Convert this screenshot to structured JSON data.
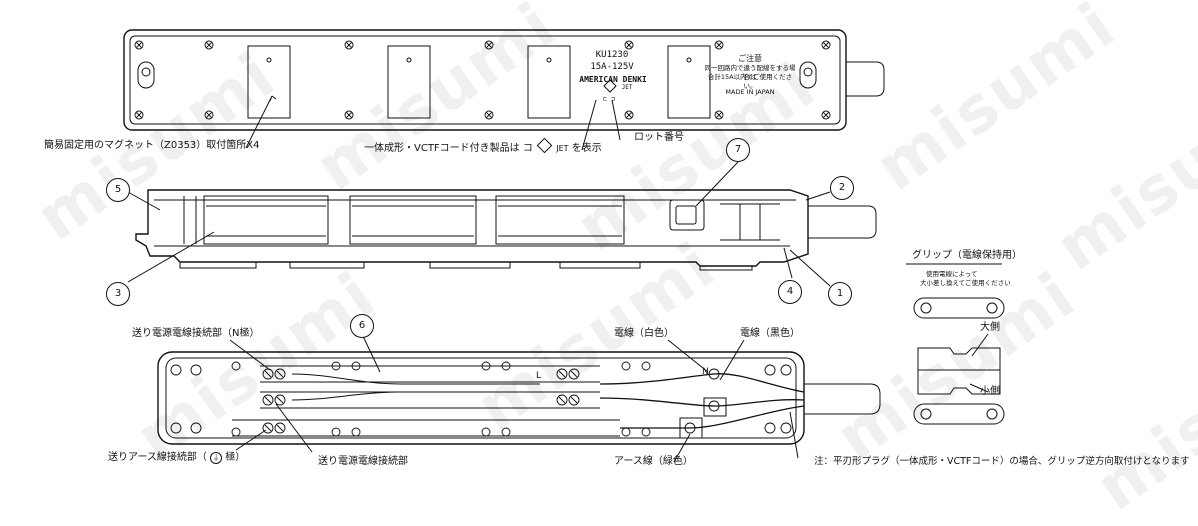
{
  "watermark": "misumi",
  "top_view": {
    "model": "KU1230",
    "rating": "15A-125V",
    "brand": "AMERICAN DENKI",
    "jet_mark": "JET",
    "lot_marks": "⊂ ⊃",
    "caution_title": "ご注意",
    "caution_line1": "同一回路内で違う配線をする場合は",
    "caution_line2": "合計15A以内でご使用ください。",
    "made_in": "MADE IN JAPAN",
    "label_magnet": "簡易固定用のマグネット（Z0353）取付箇所X4",
    "label_vctf": "一体成形・VCTFコード付き製品は コ",
    "label_vctf_jet": "JET",
    "label_vctf_end": "を表示",
    "label_lot": "ロット番号"
  },
  "side_view": {
    "callouts": [
      "1",
      "2",
      "3",
      "4",
      "5",
      "7"
    ]
  },
  "bottom_view": {
    "callout_6": "6",
    "label_n_pole": "送り電源電線接続部（N極）",
    "label_earth": "送りアース線接続部（",
    "label_earth_end": "極）",
    "label_feed": "送り電源電線接続部",
    "label_white": "電線（白色）",
    "label_black": "電線（黒色）",
    "label_green": "アース線（緑色）",
    "label_note": "注：平刃形プラグ（一体成形・VCTFコード）の場合、グリップ逆方向取付けとなります",
    "terminal_n": "N",
    "terminal_l": "L"
  },
  "grip": {
    "title": "グリップ（電線保持用）",
    "note_line1": "使用電線によって",
    "note_line2": "大小差し換えてご使用ください",
    "large_side": "大側",
    "small_side": "小側"
  }
}
